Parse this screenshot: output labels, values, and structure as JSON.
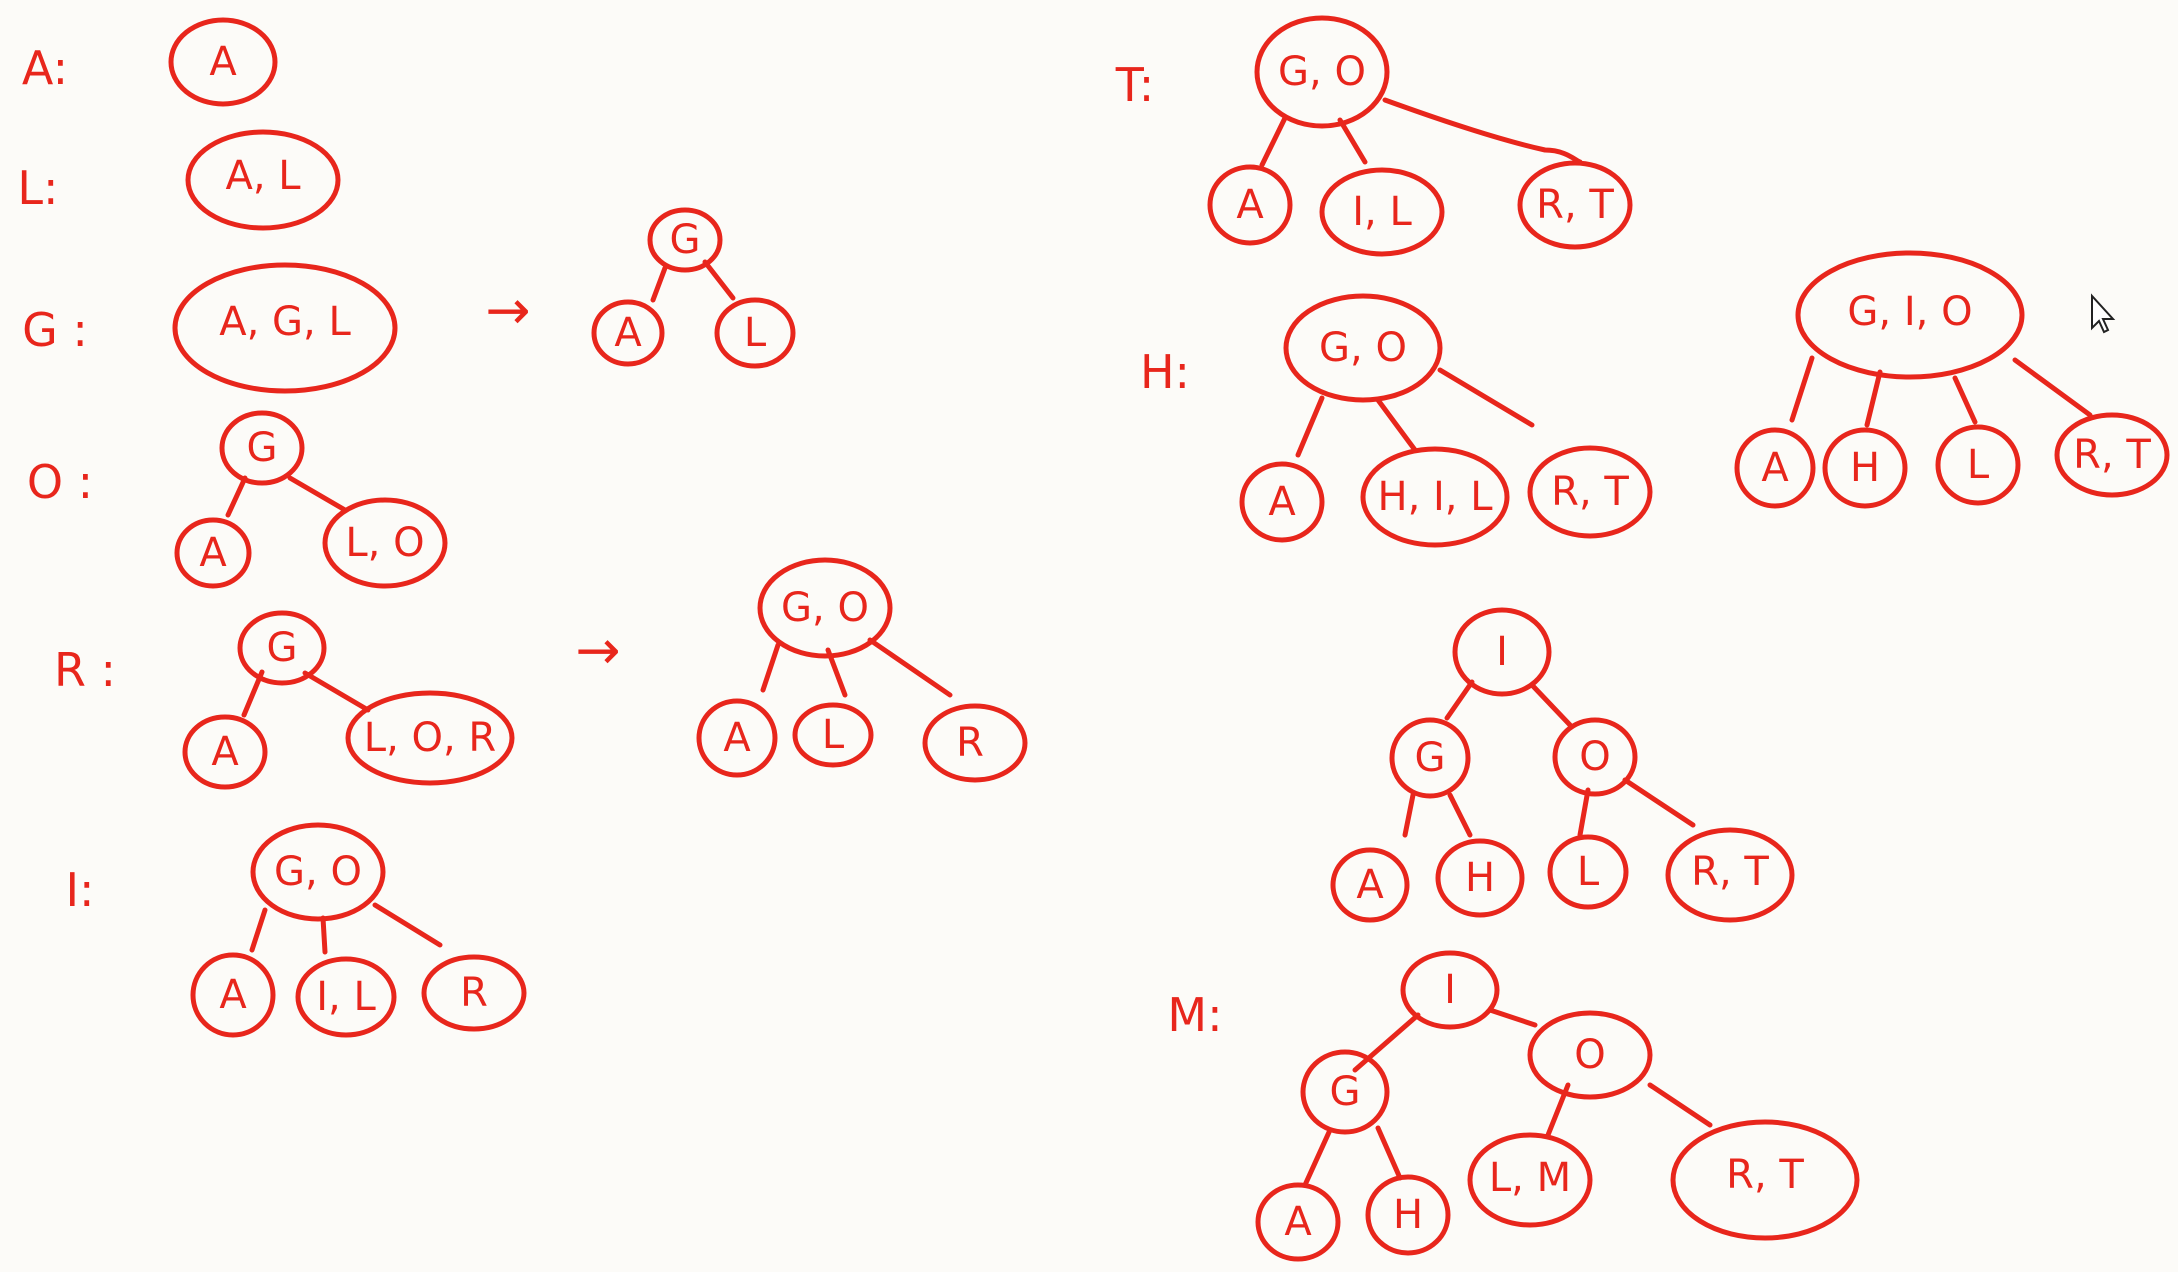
{
  "ink_color": "#e8261c",
  "background_color": "#fcfbf8",
  "steps": [
    {
      "id": "A",
      "label": "A:"
    },
    {
      "id": "L",
      "label": "L:"
    },
    {
      "id": "G",
      "label": "G :"
    },
    {
      "id": "O",
      "label": "O :"
    },
    {
      "id": "R",
      "label": "R :"
    },
    {
      "id": "I",
      "label": "I:"
    },
    {
      "id": "T",
      "label": "T:"
    },
    {
      "id": "H",
      "label": "H:"
    },
    {
      "id": "M",
      "label": "M:"
    }
  ],
  "arrow_glyph": "→",
  "trees": {
    "a": {
      "root": "A"
    },
    "l": {
      "root": "A, L"
    },
    "g_overflow": {
      "root": "A, G, L"
    },
    "g_split": {
      "root": "G",
      "children": [
        "A",
        "L"
      ]
    },
    "o": {
      "root": "G",
      "children": [
        "A",
        "L, O"
      ]
    },
    "r_overflow": {
      "root": "G",
      "children": [
        "A",
        "L, O, R"
      ]
    },
    "r_split": {
      "root": "G, O",
      "children": [
        "A",
        "L",
        "R"
      ]
    },
    "i": {
      "root": "G, O",
      "children": [
        "A",
        "I, L",
        "R"
      ]
    },
    "t": {
      "root": "G, O",
      "children": [
        "A",
        "I, L",
        "R, T"
      ]
    },
    "h_overflow": {
      "root": "G, O",
      "children": [
        "A",
        "H, I, L",
        "R, T"
      ]
    },
    "h_split": {
      "root": "G, I, O",
      "children": [
        "A",
        "H",
        "L",
        "R, T"
      ]
    },
    "h_final": {
      "root": "I",
      "mid": [
        "G",
        "O"
      ],
      "leaves": [
        "A",
        "H",
        "L",
        "R, T"
      ]
    },
    "m": {
      "root": "I",
      "mid": [
        "G",
        "O"
      ],
      "leaves": [
        "A",
        "H",
        "L, M",
        "R, T"
      ]
    }
  },
  "cursor_icon": "mouse-pointer-icon"
}
